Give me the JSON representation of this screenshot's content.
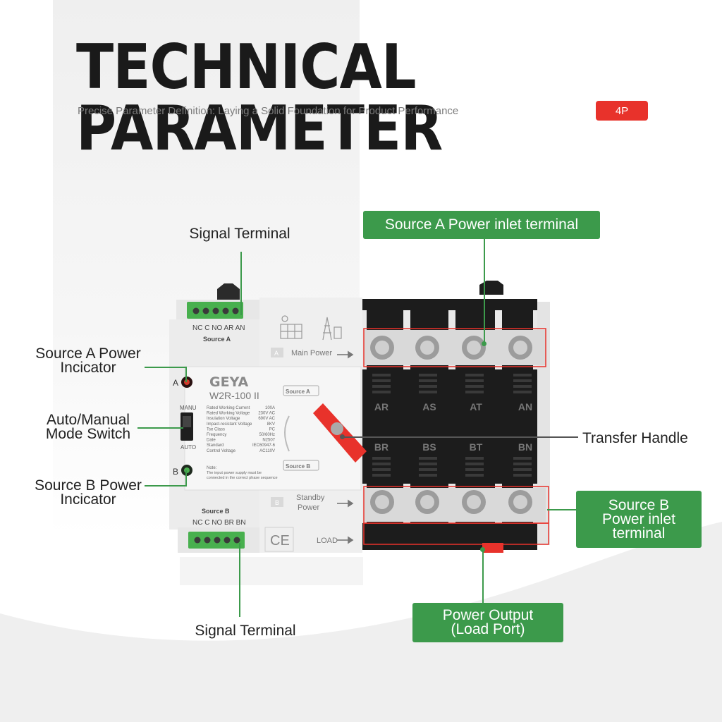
{
  "header": {
    "title": "TECHNICAL PARAMETER",
    "subtitle": "Precise Parameter Definition: Laying a Solid Foundation for Product Performance",
    "badge": "4P"
  },
  "callouts": {
    "signal_terminal_top": "Signal Terminal",
    "source_a_indicator": "Source A Power\nIncicator",
    "mode_switch": "Auto/Manual\nMode Switch",
    "source_b_indicator": "Source B Power\nIncicator",
    "signal_terminal_bottom": "Signal Terminal",
    "source_a_inlet": "Source A Power inlet terminal",
    "transfer_handle": "Transfer Handle",
    "source_b_inlet": "Source B\nPower inlet\nterminal",
    "power_output": "Power Output\n(Load Port)"
  },
  "device": {
    "brand": "GEYA",
    "model": "W2R-100 II",
    "top_terminal_labels": "NC C NO AR AN",
    "top_source_label": "Source A",
    "bottom_terminal_labels": "NC C NO BR BN",
    "bottom_source_label": "Source B",
    "main_power_letter": "A",
    "main_power_label": "Main Power",
    "standby_letter": "B",
    "standby_label": "Standby\nPower",
    "load_label": "LOAD",
    "ce_mark": "CE",
    "indicator_a": "A",
    "indicator_b": "B",
    "switch_top": "MANU",
    "switch_bottom": "AUTO",
    "handle_source_a": "Source A",
    "handle_source_b": "Source B",
    "specs": [
      {
        "name": "Rated Working Current",
        "value": "100A"
      },
      {
        "name": "Rated Working Voltage",
        "value": "230V AC"
      },
      {
        "name": "Insulation Voltage",
        "value": "690V AC"
      },
      {
        "name": "Impact-resistant Voltage",
        "value": "8KV"
      },
      {
        "name": "Tse Class",
        "value": "PC"
      },
      {
        "name": "Frequency",
        "value": "50/60Hz"
      },
      {
        "name": "Date",
        "value": "N2507"
      },
      {
        "name": "Standard",
        "value": "IEC60947-6"
      },
      {
        "name": "Control Voltage",
        "value": "AC110V"
      }
    ],
    "note_title": "Note:",
    "note_text": "The input power supply must be\nconnected in the correct phase sequence",
    "upper_phases": [
      "AR",
      "AS",
      "AT",
      "AN"
    ],
    "lower_phases": [
      "BR",
      "BS",
      "BT",
      "BN"
    ]
  },
  "colors": {
    "accent_green": "#3c9a4b",
    "badge_red": "#e8322b",
    "handle_red": "#e8322b",
    "body_black": "#1c1c1c"
  }
}
